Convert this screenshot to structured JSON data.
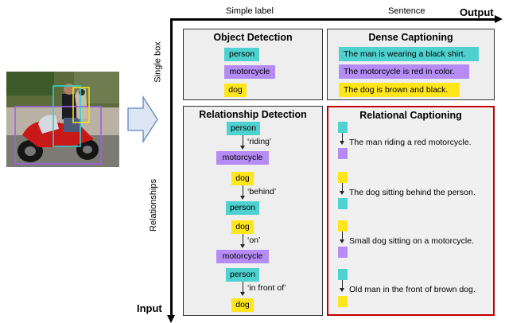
{
  "axes": {
    "output_label": "Output",
    "input_label": "Input",
    "col_simple": "Simple label",
    "col_sentence": "Sentence",
    "row_single": "Single box",
    "row_relationships": "Relationships"
  },
  "object_detection": {
    "title": "Object Detection",
    "labels": [
      "person",
      "motorcycle",
      "dog"
    ]
  },
  "dense_captioning": {
    "title": "Dense Captioning",
    "sentences": [
      "The man is wearing a black shirt.",
      "The motorcycle is red in color.",
      "The dog is brown and black."
    ]
  },
  "relationship_detection": {
    "title": "Relationship Detection",
    "triples": [
      {
        "subject": "person",
        "predicate": "‘riding’",
        "object": "motorcycle"
      },
      {
        "subject": "dog",
        "predicate": "‘behind’",
        "object": "person"
      },
      {
        "subject": "dog",
        "predicate": "‘on’",
        "object": "motorcycle"
      },
      {
        "subject": "person",
        "predicate": "‘in front of’",
        "object": "dog"
      }
    ]
  },
  "relational_captioning": {
    "title": "Relational Captioning",
    "captions": [
      "The man riding a red motorcycle.",
      "The dog sitting behind the person.",
      "Small dog sitting on a motorcycle.",
      "Old man in the front of brown dog."
    ]
  },
  "colors": {
    "person": "#4fd1cf",
    "motorcycle": "#b58cf5",
    "dog": "#ffe61a",
    "accent_red": "#c00000"
  }
}
